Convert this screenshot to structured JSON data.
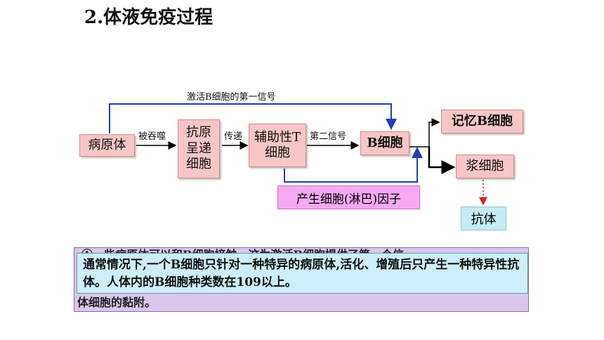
{
  "title": "2.体液免疫过程",
  "nodes": {
    "pathogen": "病原体",
    "apc": "抗原呈递细胞",
    "th": "辅助性T细胞",
    "bcell": "B细胞",
    "memory": "记忆B细胞",
    "plasma": "浆细胞",
    "antibody": "抗体",
    "cytokine": "产生细胞(淋巴)因子"
  },
  "labels": {
    "first_signal": "激活B细胞的第一信号",
    "engulfed": "被吞噬",
    "transmit": "传递",
    "second_signal": "第二信号"
  },
  "notes": {
    "behind_line1": "①　些病原体可以和B细胞接触，这为激活B细胞提供了第一个信",
    "behind_line3": "体细胞的黏附。",
    "front_text": "通常情况下,一个B细胞只针对一种特异的病原体,活化、增殖后只产生一种特异性抗体。人体内的B细胞种类数在109以上。"
  },
  "colors": {
    "node_fill": "#f8c6c6",
    "cytokine_fill": "#f7a8f3",
    "antibody_fill": "#c5ecf4",
    "first_signal_line": "#1f3fb5",
    "dotted_arrow": "#e02020"
  }
}
